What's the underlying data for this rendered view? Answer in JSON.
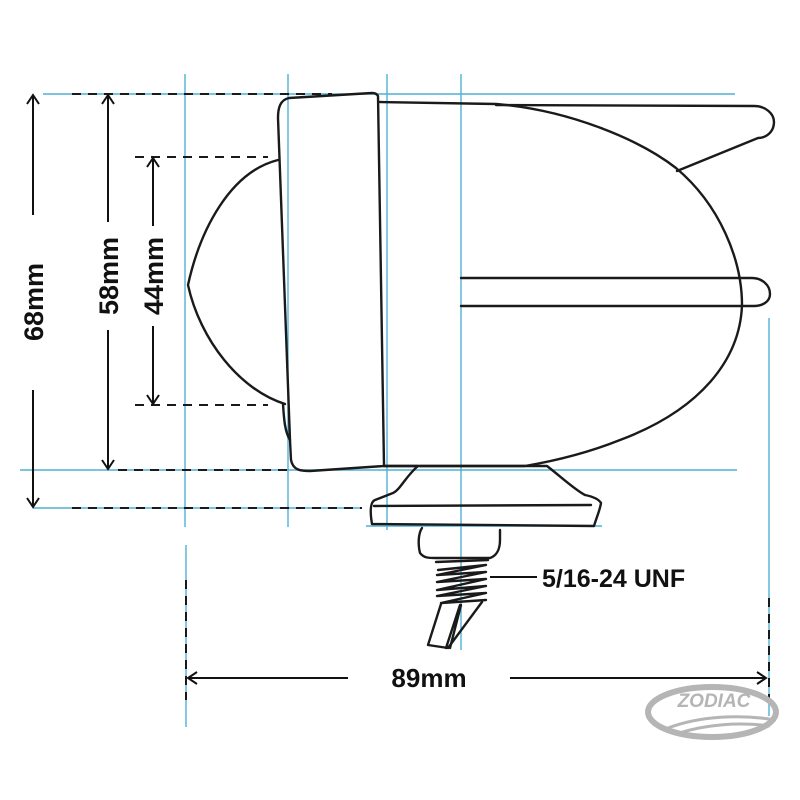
{
  "diagram": {
    "type": "technical-dimension-drawing",
    "subject": "bullet light side view",
    "dimensions": {
      "overall_height": "68mm",
      "housing_height": "58mm",
      "lens_height": "44mm",
      "overall_length": "89mm"
    },
    "thread_callout": "5/16-24 UNF",
    "logo": {
      "text": "ZODIAC",
      "color": "#b5b5b5"
    },
    "colors": {
      "guide_lines": "#4fb0d6",
      "outline": "#1a1a1a",
      "background": "#ffffff"
    }
  }
}
